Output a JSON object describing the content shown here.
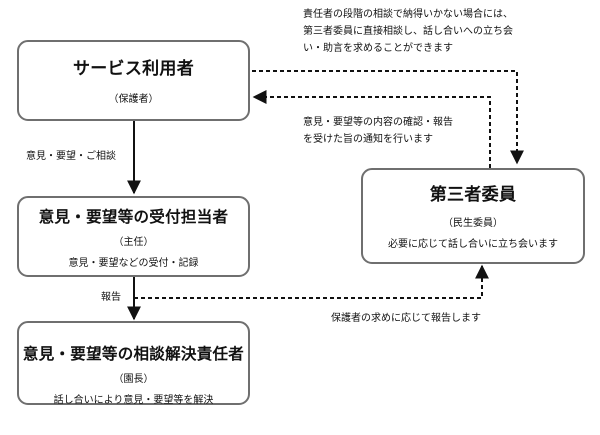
{
  "user_box": {
    "title": "サービス利用者",
    "sub": "（保護者）"
  },
  "reception_box": {
    "title": "意見・要望等の受付担当者",
    "sub1": "（主任）",
    "sub2": "意見・要望などの受付・記録"
  },
  "resolver_box": {
    "title": "意見・要望等の相談解決責任者",
    "sub1": "（園長）",
    "sub2": "話し合いにより意見・要望等を解決"
  },
  "committee_box": {
    "title": "第三者委員",
    "sub1": "（民生委員）",
    "sub2": "必要に応じて話し合いに立ち会います"
  },
  "labels": {
    "top_note": [
      "責任者の段階の相談で納得いかない場合には、",
      "第三者委員に直接相談し、話し合いへの立ち会",
      "い・助言を求めることができます"
    ],
    "confirm_note": [
      "意見・要望等の内容の確認・報告",
      "を受けた旨の通知を行います"
    ],
    "consult": "意見・要望・ご相談",
    "report": "報告",
    "report_request": "保護者の求めに応じて報告します"
  }
}
